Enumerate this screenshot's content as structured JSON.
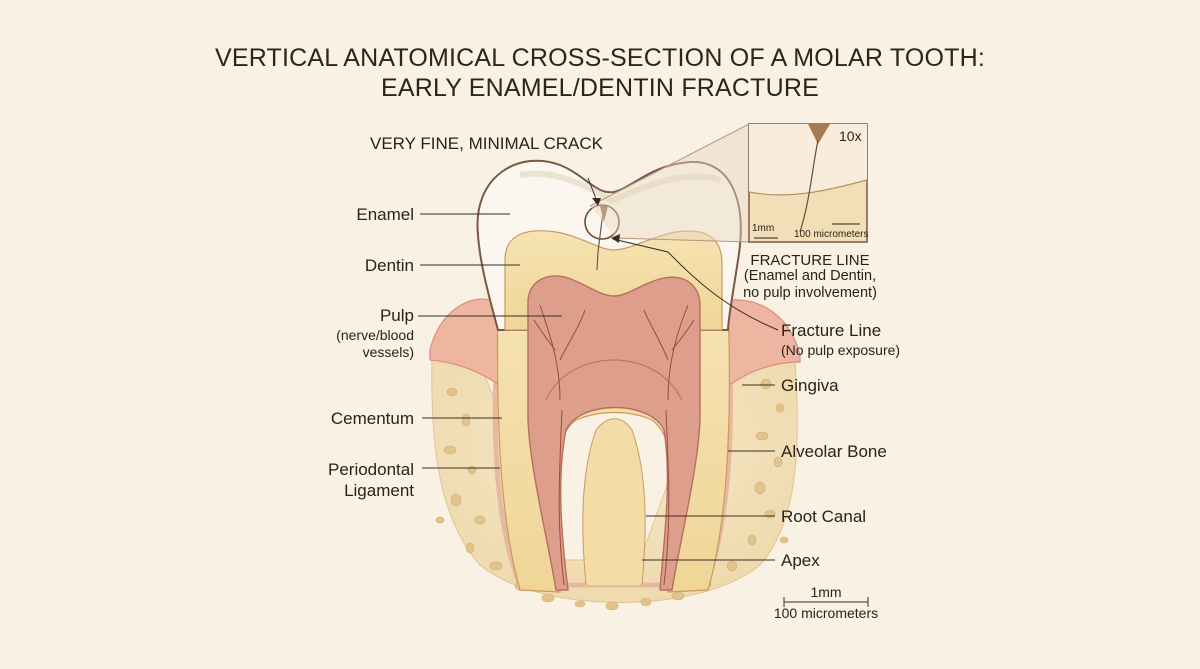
{
  "title_line1": "VERTICAL ANATOMICAL CROSS-SECTION OF A MOLAR TOOTH:",
  "title_line2": "EARLY ENAMEL/DENTIN FRACTURE",
  "labels": {
    "crack": "VERY FINE, MINIMAL CRACK",
    "enamel": "Enamel",
    "dentin": "Dentin",
    "pulp": "Pulp",
    "pulp_sub1": "(nerve/blood",
    "pulp_sub2": "vessels)",
    "cementum": "Cementum",
    "pdl1": "Periodontal",
    "pdl2": "Ligament",
    "fracture_line": "Fracture Line",
    "fracture_sub": "(No pulp exposure)",
    "gingiva": "Gingiva",
    "alveolar": "Alveolar Bone",
    "root_canal": "Root Canal",
    "apex": "Apex"
  },
  "inset": {
    "magnification": "10x",
    "scale_left": "1mm",
    "scale_right": "100 micrometers",
    "caption1": "FRACTURE LINE",
    "caption2": "(Enamel and Dentin,",
    "caption3": "no pulp involvement)"
  },
  "scale": {
    "top": "1mm",
    "bottom": "100 micrometers"
  },
  "colors": {
    "background": "#f8f1e4",
    "enamel": "#fbf7f0",
    "dentin": "#f3dca6",
    "pulp": "#dd9f8c",
    "gingiva": "#eeb5a0",
    "bone": "#f2dfb8",
    "outline": "#6e4a38"
  }
}
